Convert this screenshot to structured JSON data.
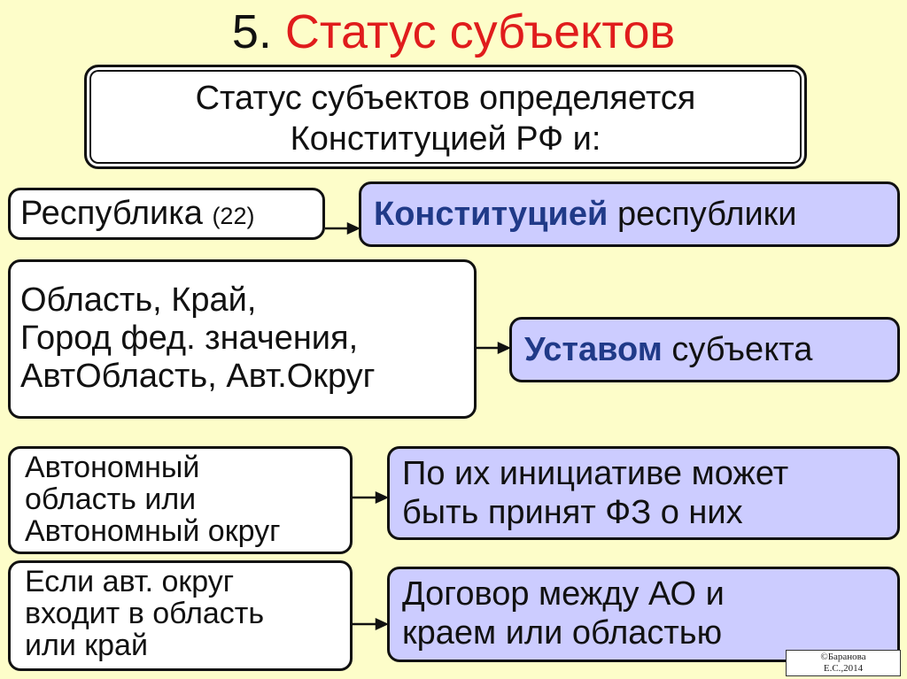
{
  "title": {
    "number": "5.",
    "text": "Статус субъектов"
  },
  "intro": {
    "line1": "Статус субъектов определяется",
    "line2": "Конституцией РФ и:"
  },
  "rows": [
    {
      "left": {
        "line1": "Республика",
        "count": "(22)"
      },
      "right": {
        "bold": "Конституцией",
        "rest": "республики"
      }
    },
    {
      "left": {
        "line1": "Область, Край,",
        "line2": "Город фед. значения,",
        "line3": "АвтОбласть, Авт.Округ"
      },
      "right": {
        "bold": "Уставом",
        "rest": "субъекта"
      }
    },
    {
      "left": {
        "line1": "Автономный",
        "line2": "область или",
        "line3": "Автономный округ"
      },
      "right": {
        "line1": "По их инициативе может",
        "line2": "быть принят ФЗ о них"
      }
    },
    {
      "left": {
        "line1": "Если авт. округ",
        "line2": "входит в область",
        "line3": "или край"
      },
      "right": {
        "line1": "Договор между АО и",
        "line2": "краем или областью"
      }
    }
  ],
  "credit": {
    "line1": "©Баранова",
    "line2": "Е.С.,2014"
  },
  "colors": {
    "background": "#fdfdc9",
    "title_accent": "#e01c1c",
    "target_fill": "#ccccff",
    "bold_text": "#203a88"
  }
}
